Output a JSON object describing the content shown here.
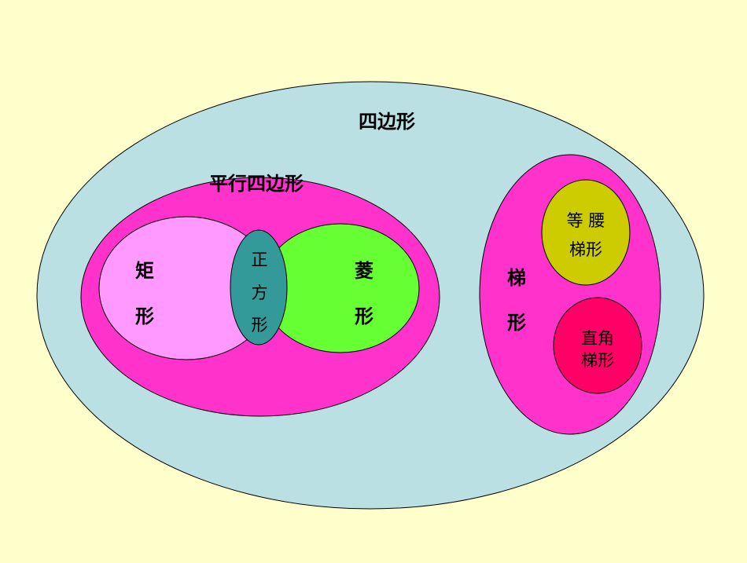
{
  "colors": {
    "background": "#FFFFCC",
    "quadrilateral": "#BBE0E3",
    "parallelogram": "#FF33CC",
    "rectangle": "#FF99FF",
    "rhombus": "#66FF33",
    "square": "#339999",
    "trapezoid": "#FF33CC",
    "isosceles_trapezoid": "#CCCC00",
    "right_trapezoid": "#FF0066",
    "outline": "#000000"
  },
  "labels": {
    "quadrilateral": "四边形",
    "parallelogram": "平行四边形",
    "rectangle": [
      "矩",
      "形"
    ],
    "rhombus": [
      "菱",
      "形"
    ],
    "square": [
      "正",
      "方",
      "形"
    ],
    "trapezoid": [
      "梯",
      "形"
    ],
    "isosceles_trapezoid": [
      "等 腰",
      "梯形"
    ],
    "right_trapezoid": [
      "直角",
      "梯形"
    ]
  }
}
